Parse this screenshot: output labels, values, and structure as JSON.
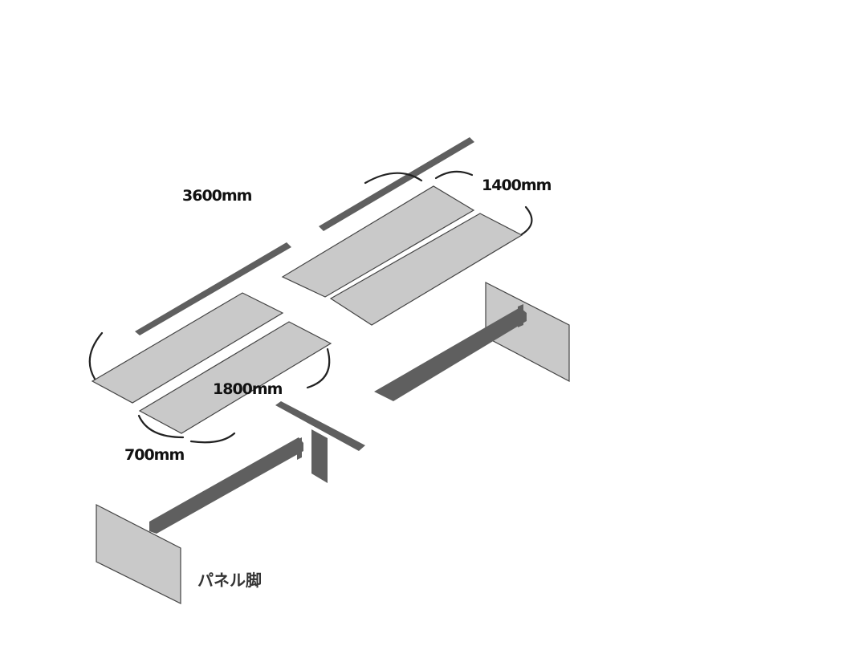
{
  "labels": {
    "total_length": "3600mm",
    "depth_total": "1400mm",
    "top_length": "1800mm",
    "top_depth": "700mm",
    "leg_type": "パネル脚"
  },
  "colors": {
    "panel_fill": "#c9c9c9",
    "frame": "#5f5f5f"
  }
}
